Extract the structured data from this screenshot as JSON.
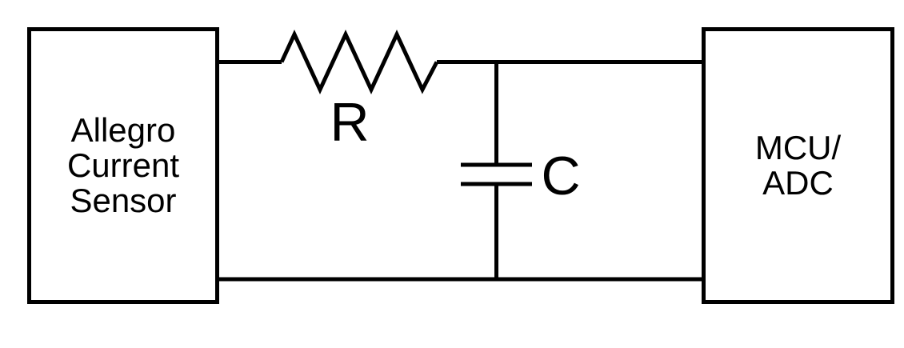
{
  "diagram": {
    "colors": {
      "line": "#000000",
      "background": "#ffffff"
    },
    "left_box": {
      "label": "Allegro Current Sensor",
      "lines": [
        "Allegro",
        "Current",
        "Sensor"
      ]
    },
    "right_box": {
      "label": "MCU/ADC",
      "lines": [
        "MCU/",
        "ADC"
      ]
    },
    "resistor": {
      "label": "R"
    },
    "capacitor": {
      "label": "C"
    }
  }
}
